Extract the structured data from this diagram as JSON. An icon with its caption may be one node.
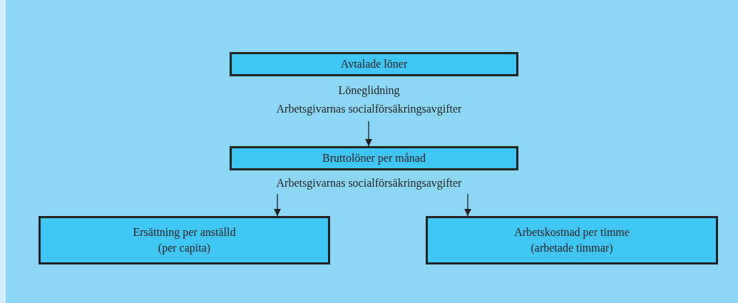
{
  "diagram": {
    "nodes": [
      {
        "text": [
          "Avtalade löner"
        ]
      },
      {
        "text": [
          "Löneglidning",
          "Arbetsgivarnas socialförsäkringsavgifter"
        ]
      },
      {
        "text": [
          "Bruttolöner per månad"
        ]
      },
      {
        "text": [
          "Arbetsgivarnas socialförsäkringsavgifter"
        ]
      },
      {
        "text": [
          "Ersättning per anställd",
          "(per capita)"
        ]
      },
      {
        "text": [
          "Arbetskostnad per timme",
          "(arbetade timmar)"
        ]
      }
    ],
    "edges": [
      {
        "from": 1,
        "to": 2,
        "arrow": "to"
      },
      {
        "from": 3,
        "to": 4,
        "arrow": "to"
      },
      {
        "from": 3,
        "to": 5,
        "arrow": "to"
      }
    ]
  }
}
